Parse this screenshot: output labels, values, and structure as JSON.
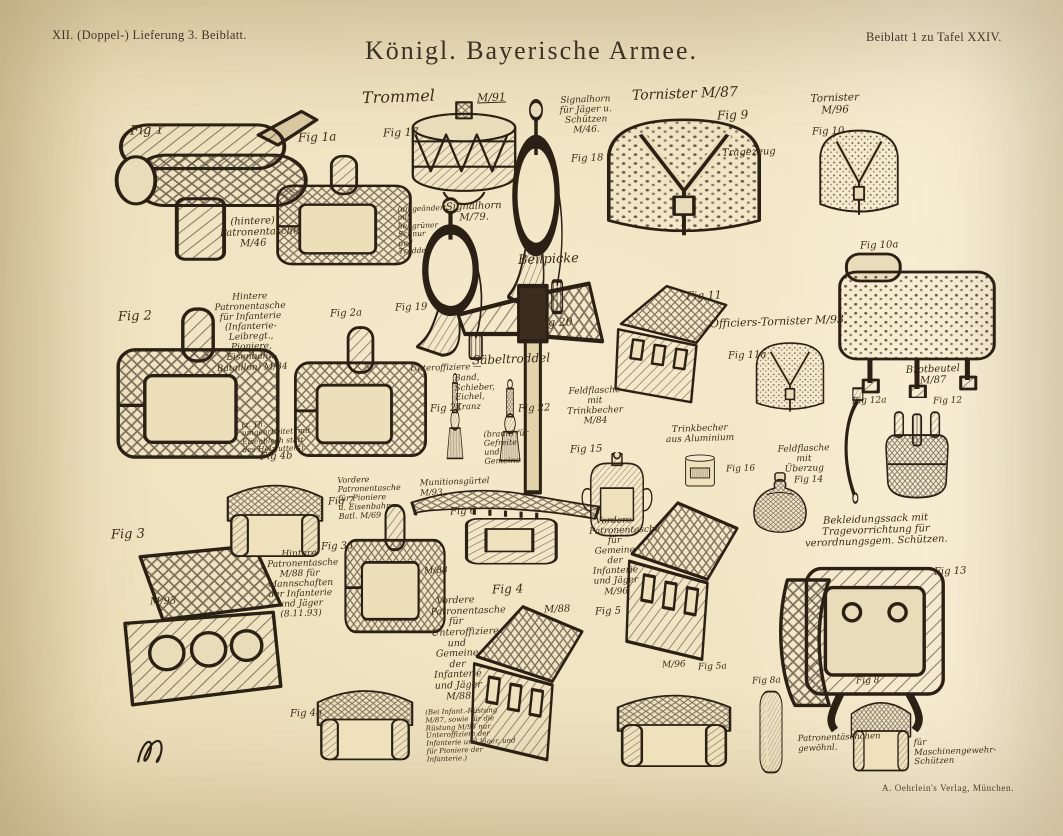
{
  "plate": {
    "series": "XII. (Doppel-) Lieferung 3. Beiblatt.",
    "title": "Königl. Bayerische Armee.",
    "sheet": "Beiblatt 1 zu Tafel XXIV.",
    "publisher": "A. Oehrlein's Verlag, München.",
    "ink_color": "#2b2015",
    "paper_color": "#eee1bc"
  },
  "figures": {
    "fig1": {
      "fig": "Fig 1",
      "caption": "(hintere) Patronentasche M/46"
    },
    "fig1a": {
      "fig": "Fig 1a"
    },
    "trommel": {
      "name": "Trommel",
      "model": "M/91",
      "fig": "Fig 17"
    },
    "signalhorn_jaeger": {
      "caption": "Signalhorn für Jäger u. Schützen M/46.",
      "fig": "Fig 18"
    },
    "signalhorn": {
      "caption": "Signalhorn M/79.",
      "fig": "Fig 19",
      "note": "(umgeändert, mit hellgrüner Schnur und Troddel)"
    },
    "tornister_87": {
      "caption": "Tornister M/87",
      "fig": "Fig 9",
      "note": "Tragezeug"
    },
    "tornister_96": {
      "caption": "Tornister M/96",
      "fig": "Fig 10"
    },
    "tornister_96_gepackt": {
      "fig": "Fig 10a"
    },
    "patronentasche_hinten_84": {
      "fig": "Fig 2",
      "caption": "Hintere Patronentasche für Infanterie (Infanterie-Leibregt., Pioniere, Eisenbahn-Bataillon) M/84",
      "note": "(z. Th. umgearbeitet, mit Eisenblech statt des Holzfutters)",
      "fig_a": "Fig 2a",
      "fig_variant": "Fig 4b"
    },
    "beilpicke": {
      "caption": "Beilpicke",
      "fig": "Fig 20"
    },
    "saebeltroddel": {
      "caption": "Säbeltroddel",
      "parts": "Band, Schieber, Eichel, Kranz",
      "left_note": "Unteroffiziere —",
      "fig_left": "Fig 21",
      "fig_right": "Fig 22",
      "right_note": "(braun) für Gefreite und Gemeine"
    },
    "feldflasche_84": {
      "caption": "Feldflasche mit Trinkbecher M/84",
      "fig": "Fig 15"
    },
    "trinkbecher": {
      "caption": "Trinkbecher aus Aluminium",
      "fig": "Fig 16"
    },
    "feldflasche_ueberzug": {
      "caption": "Feldflasche mit Überzug",
      "fig": "Fig 14"
    },
    "tornister_offen": {
      "fig": "Fig 11"
    },
    "officiers_tornister": {
      "caption": "Officiers-Tornister M/93",
      "fig": "Fig 11a"
    },
    "brotbeutel": {
      "caption": "Brotbeutel M/87",
      "fig_strap": "Fig 12a",
      "fig": "Fig 12"
    },
    "bekleidungssack": {
      "caption": "Bekleidungssack mit Tragevorrichtung für verordnungsgem. Schützen.",
      "fig": "Fig 13"
    },
    "patronenkasten": {
      "fig": "Fig 3",
      "model": "M/93"
    },
    "patronentasche_pioniere": {
      "fig": "Fig 7",
      "caption": "Vordere Patronentasche für Pioniere u. Eisenbahn-Batl. M/69"
    },
    "patronentasche_hinten_88": {
      "fig": "Fig 3a",
      "model": "M/88",
      "caption": "Hintere Patronentasche M/88 für Mannschaften der Infanterie und Jäger (8.11.93)"
    },
    "munitionsguertel": {
      "caption": "Munitionsgürtel M/93",
      "fig": "Fig 6"
    },
    "patronentasche_vorn_88": {
      "fig": "Fig 4",
      "model": "M/88",
      "caption": "Vordere Patronentasche für Unteroffiziere und Gemeine der Infanterie und Jäger M/88",
      "note": "(Bei Infant.-Rüstung M/87, sowie für die Rüstung M/95 nur Unteroffiziere der Infanterie und Jäger, und für Pioniere der Infanterie.)"
    },
    "patronentasche_vorn_88_geschlossen": {
      "fig": "Fig 4a"
    },
    "patronentasche_vorn_96": {
      "caption": "Vordere Patronentasche für Gemeine der Infanterie und Jäger M/96",
      "fig": "Fig 5",
      "model": "M/96"
    },
    "patronentasche_vorn_96_geschlossen": {
      "fig": "Fig 5a",
      "model": "M/96"
    },
    "patronentaeschchen": {
      "fig": "Fig 8a",
      "caption": "Patronentäschchen gewöhnl."
    },
    "patronentasche_mg": {
      "fig": "Fig 8",
      "note": "für Maschinengewehr-Schützen"
    }
  }
}
